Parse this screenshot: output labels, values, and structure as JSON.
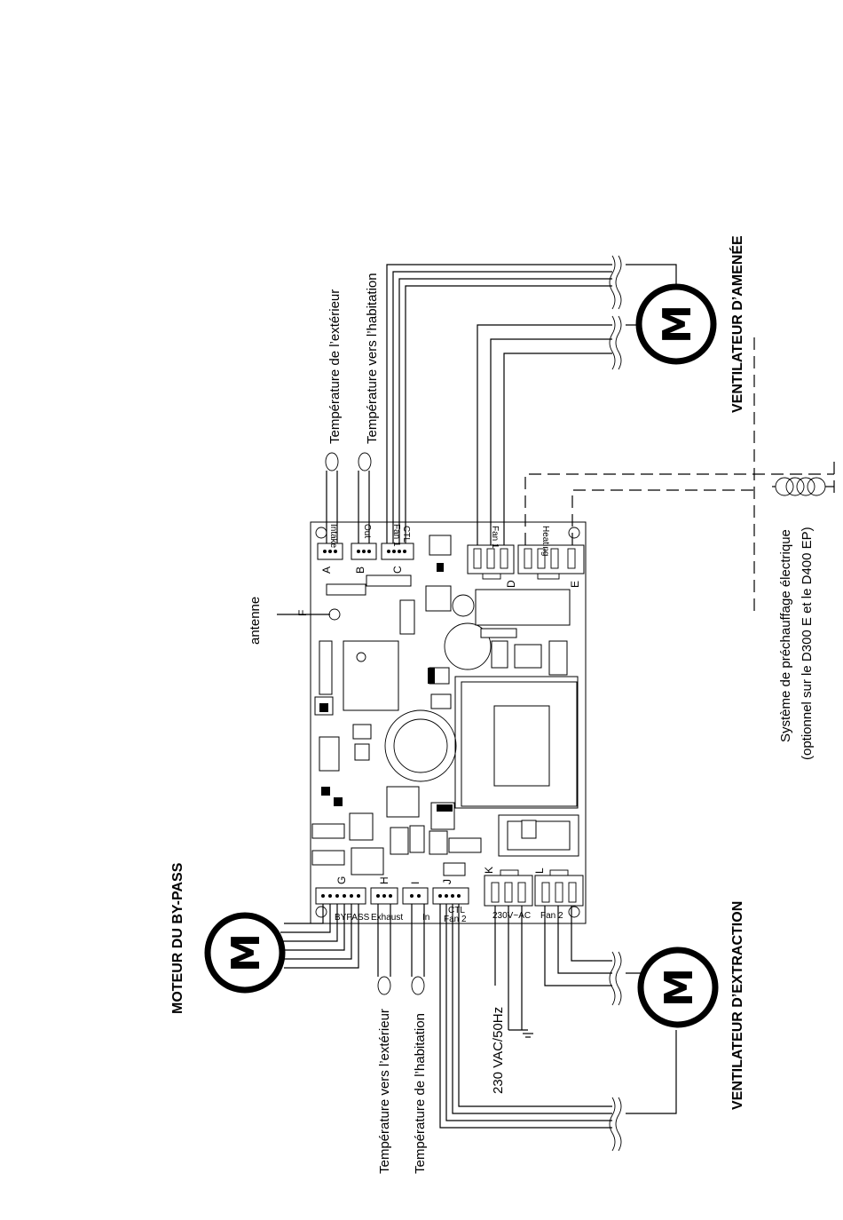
{
  "titles": {
    "bypass_motor": "MOTEUR DU BY-PASS",
    "supply_fan": "VENTILATEUR D’AMENÉE",
    "extract_fan": "VENTILATEUR D’EXTRACTION"
  },
  "motor_symbol": "M",
  "labels": {
    "temp_exterieur": "Température de l’extérieur",
    "temp_vers_habitation": "Température vers l’habitation",
    "antenne": "antenne",
    "temp_vers_exterieur": "Température vers l’extérieur",
    "temp_habitation": "Température de l’habitation",
    "power": "230 VAC/50Hz",
    "preheat_line1": "Système de préchauffage électrique",
    "preheat_line2": "(optionnel sur le D300 E et le D400 EP)"
  },
  "connectors": {
    "A": "A",
    "B": "B",
    "C": "C",
    "D": "D",
    "E": "E",
    "F": "F",
    "G": "G",
    "H": "H",
    "I": "I",
    "J": "J",
    "K": "K",
    "L": "L"
  },
  "pin_labels": {
    "intake": "Intake",
    "out": "Out",
    "fan1_ctl_top": "Fan 1",
    "ctl_top": "CTL",
    "fan1": "Fan 1",
    "heating": "Heating",
    "bypass": "BYPASS",
    "exhaust": "Exhaust",
    "in": "In",
    "ctl_bottom": "CTL",
    "fan2_ctl": "Fan 2",
    "ac": "230V~AC",
    "fan2": "Fan 2"
  }
}
